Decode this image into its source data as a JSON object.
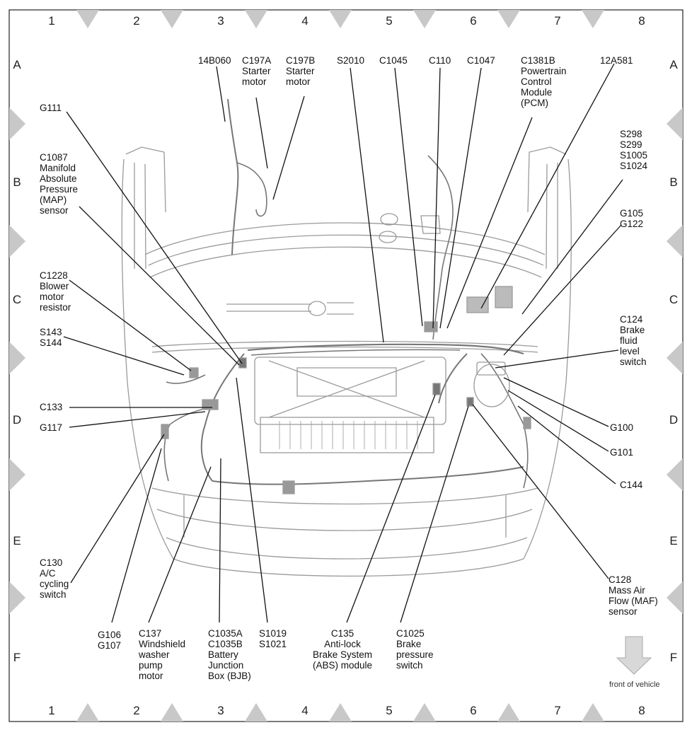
{
  "grid": {
    "columns": [
      "1",
      "2",
      "3",
      "4",
      "5",
      "6",
      "7",
      "8"
    ],
    "rows": [
      "A",
      "B",
      "C",
      "D",
      "E",
      "F"
    ]
  },
  "callouts": [
    {
      "id": "14B060",
      "text": "14B060"
    },
    {
      "id": "C197A",
      "text": "C197A\nStarter\nmotor"
    },
    {
      "id": "C197B",
      "text": "C197B\nStarter\nmotor"
    },
    {
      "id": "S2010",
      "text": "S2010"
    },
    {
      "id": "C1045",
      "text": "C1045"
    },
    {
      "id": "C110",
      "text": "C110"
    },
    {
      "id": "C1047",
      "text": "C1047"
    },
    {
      "id": "C1381B",
      "text": "C1381B\nPowertrain\nControl\nModule\n(PCM)"
    },
    {
      "id": "12A581",
      "text": "12A581"
    },
    {
      "id": "G111",
      "text": "G111"
    },
    {
      "id": "C1087",
      "text": "C1087\nManifold\nAbsolute\nPressure\n(MAP)\nsensor"
    },
    {
      "id": "S298",
      "text": "S298\nS299\nS1005\nS1024"
    },
    {
      "id": "G105",
      "text": "G105\nG122"
    },
    {
      "id": "C1228",
      "text": "C1228\nBlower\nmotor\nresistor"
    },
    {
      "id": "C124",
      "text": "C124\nBrake\nfluid\nlevel\nswitch"
    },
    {
      "id": "S143",
      "text": "S143\nS144"
    },
    {
      "id": "C133",
      "text": "C133"
    },
    {
      "id": "G117",
      "text": "G117"
    },
    {
      "id": "G100",
      "text": "G100"
    },
    {
      "id": "G101",
      "text": "G101"
    },
    {
      "id": "C144",
      "text": "C144"
    },
    {
      "id": "C130",
      "text": "C130\nA/C\ncycling\nswitch"
    },
    {
      "id": "C128",
      "text": "C128\nMass Air\nFlow (MAF)\nsensor"
    },
    {
      "id": "G106",
      "text": "G106\nG107"
    },
    {
      "id": "C137",
      "text": "C137\nWindshield\nwasher\npump\nmotor"
    },
    {
      "id": "C1035",
      "text": "C1035A\nC1035B\nBattery\nJunction\nBox (BJB)"
    },
    {
      "id": "S1019",
      "text": "S1019\nS1021"
    },
    {
      "id": "C135",
      "text": "C135\nAnti-lock\nBrake System\n(ABS) module"
    },
    {
      "id": "C1025",
      "text": "C1025\nBrake\npressure\nswitch"
    }
  ],
  "front_of_vehicle": "front of vehicle",
  "colors": {
    "line": "#111111",
    "frame_triangle": "#c8c8c8",
    "drawing": "#9a9a9a",
    "arrow_fill": "#d8d8d8"
  }
}
